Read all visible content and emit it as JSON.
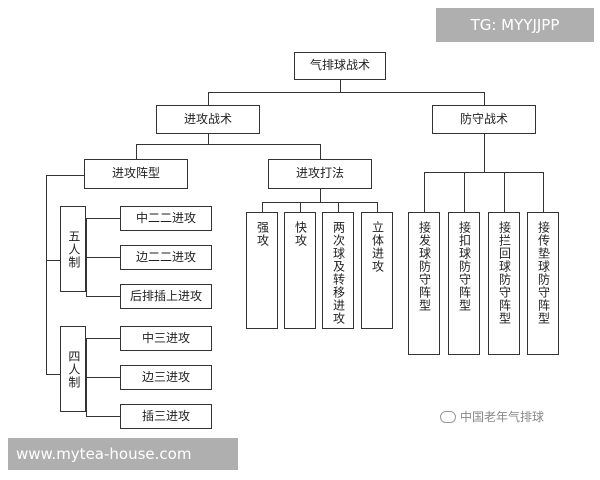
{
  "watermarks": {
    "tg": "TG: MYYJJPP",
    "url": "www.mytea-house.com",
    "wechat": "中国老年气排球"
  },
  "chart": {
    "root": "气排球战术",
    "attack": "进攻战术",
    "defense": "防守战术",
    "attack_formation": "进攻阵型",
    "attack_methods": "进攻打法",
    "five_player": "五人制",
    "four_player": "四人制",
    "five_items": [
      "中二二进攻",
      "边二二进攻",
      "后排插上进攻"
    ],
    "four_items": [
      "中三进攻",
      "边三进攻",
      "插三进攻"
    ],
    "methods": [
      "强攻",
      "快攻",
      "两次球及转移进攻",
      "立体进攻"
    ],
    "defense_items": [
      "接发球防守阵型",
      "接扣球防守阵型",
      "接拦回球防守阵型",
      "接传垫球防守阵型"
    ]
  }
}
